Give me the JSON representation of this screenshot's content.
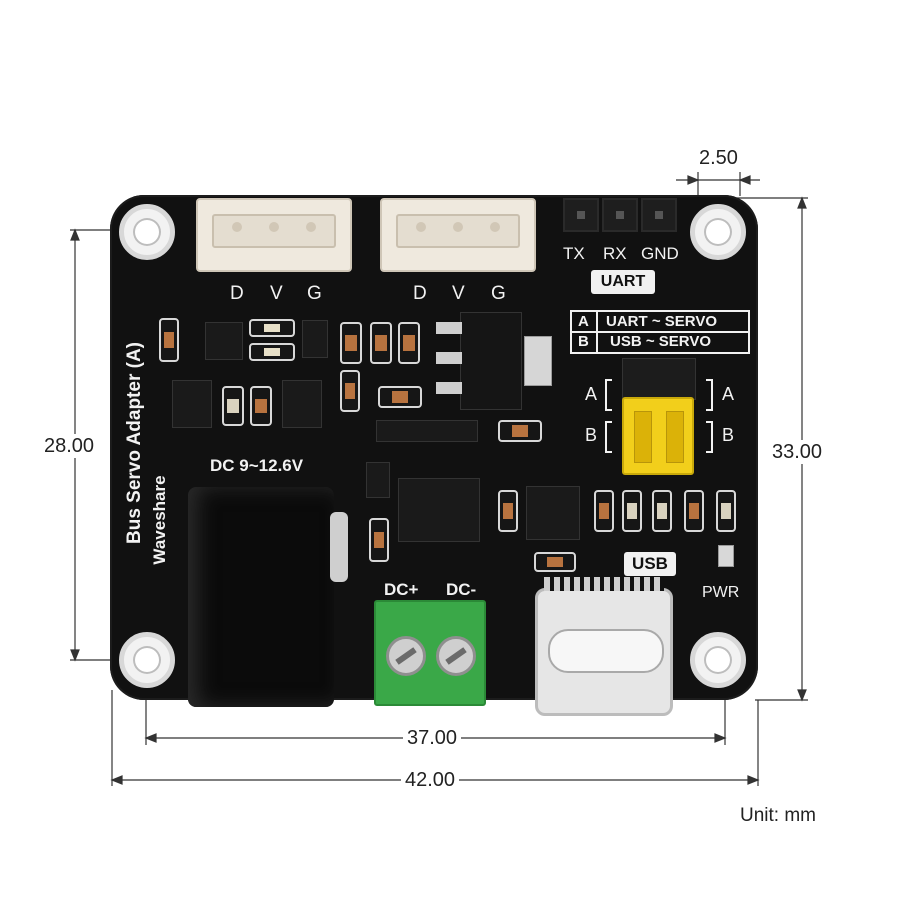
{
  "dimensions": {
    "top_pin_pitch": "2.50",
    "left_height": "28.00",
    "right_height": "33.00",
    "inner_width": "37.00",
    "outer_width": "42.00",
    "unit": "Unit: mm"
  },
  "board": {
    "name": "Bus Servo Adapter (A)",
    "brand": "Waveshare",
    "connector1_pins": [
      "D",
      "V",
      "G"
    ],
    "connector2_pins": [
      "D",
      "V",
      "G"
    ],
    "header_pins": [
      "TX",
      "RX",
      "GND"
    ],
    "uart_label": "UART",
    "mode_table": [
      {
        "key": "A",
        "desc": "UART ~ SERVO"
      },
      {
        "key": "B",
        "desc": "USB ~ SERVO"
      }
    ],
    "jumper_left_a": "A",
    "jumper_left_b": "B",
    "jumper_right_a": "A",
    "jumper_right_b": "B",
    "dc_label": "DC 9~12.6V",
    "dc_plus": "DC+",
    "dc_minus": "DC-",
    "usb_label": "USB",
    "pwr_label": "PWR"
  },
  "colors": {
    "pcb": "#111111",
    "terminal": "#3aa848",
    "jumper": "#f2cf1b"
  }
}
